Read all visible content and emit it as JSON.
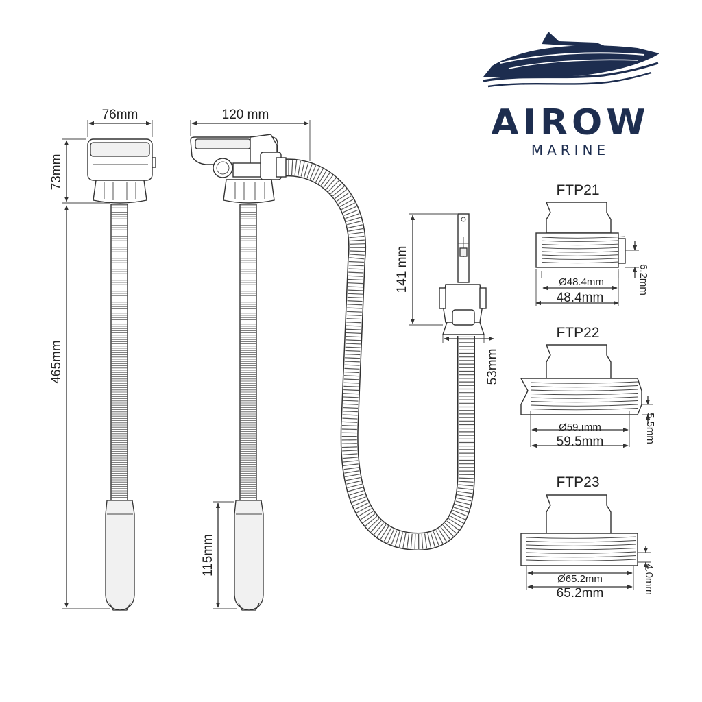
{
  "brand": {
    "name": "AIROW",
    "subtitle": "MARINE",
    "color": "#1d2d4f"
  },
  "dimensions": {
    "pump_width": "76mm",
    "side_width": "120 mm",
    "head_height": "73mm",
    "total_length": "465mm",
    "handle_length": "115mm",
    "nozzle_length": "141 mm",
    "nozzle_width": "53mm"
  },
  "adapters": [
    {
      "name": "FTP21",
      "inner_dia": "Ø48.4mm",
      "width": "48.4mm",
      "thread_height": "6.2mm"
    },
    {
      "name": "FTP22",
      "inner_dia": "Ø59.ımm",
      "width": "59.5mm",
      "thread_height": "5.5mm"
    },
    {
      "name": "FTP23",
      "inner_dia": "Ø65.2mm",
      "width": "65.2mm",
      "thread_height": "4.0mm"
    }
  ]
}
